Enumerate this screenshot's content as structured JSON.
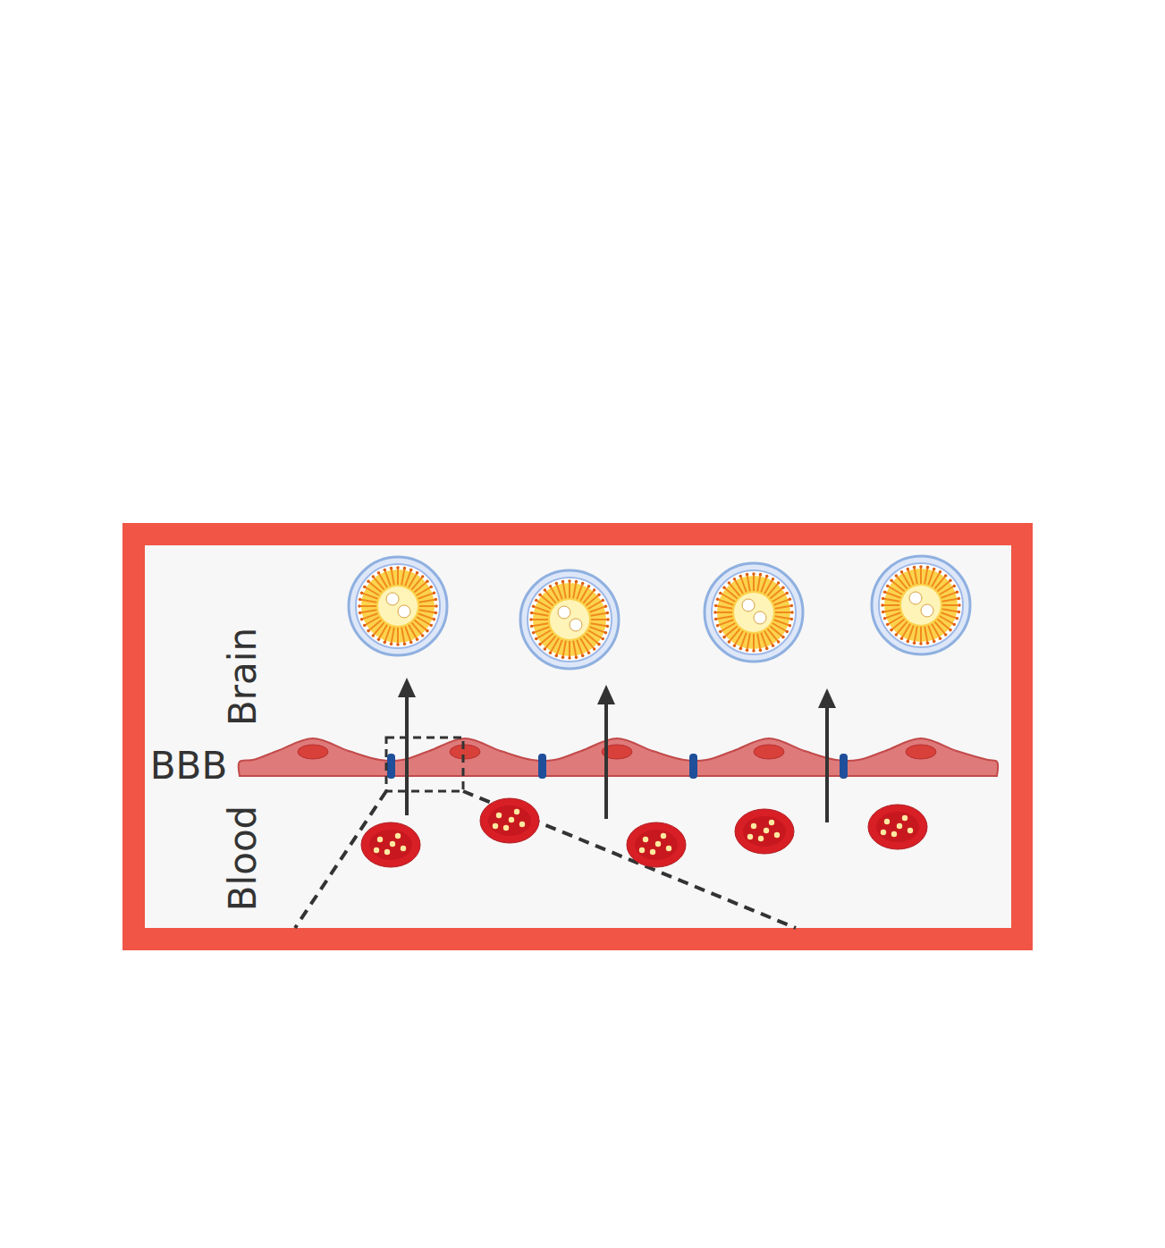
{
  "diagram": {
    "labels": [
      "Brain",
      "BBB",
      "Blood"
    ]
  }
}
